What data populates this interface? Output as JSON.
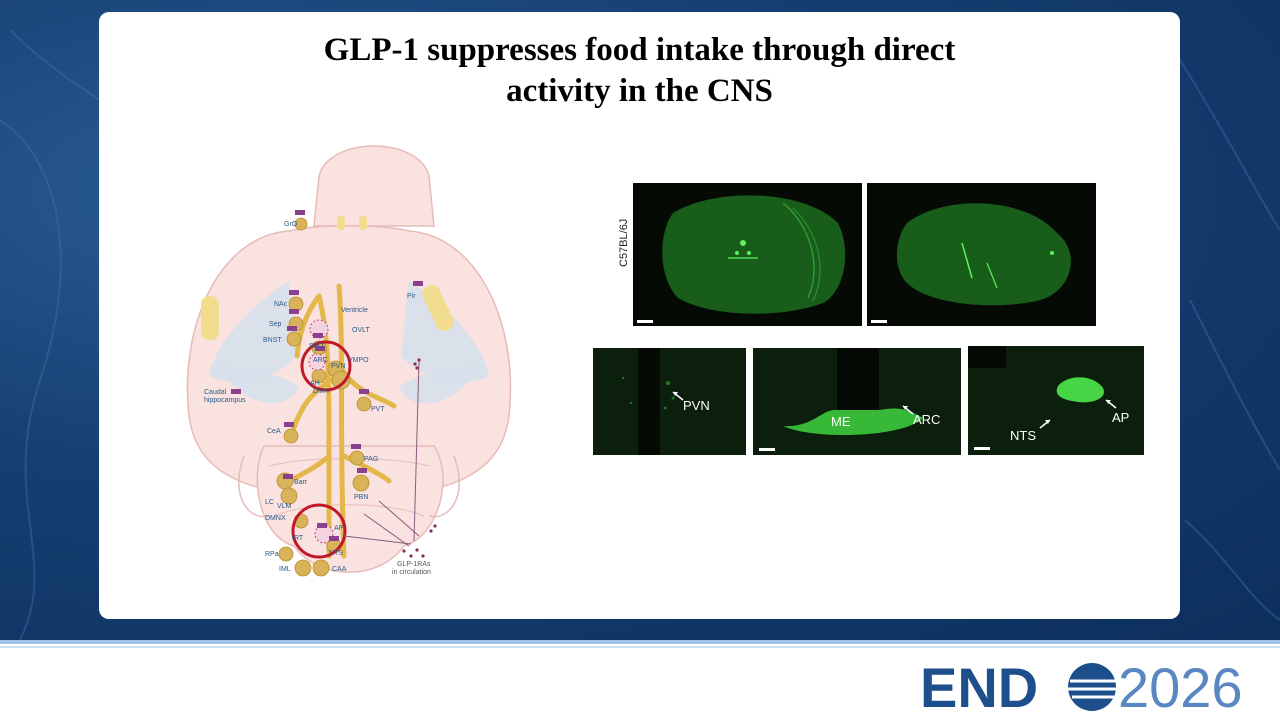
{
  "slide": {
    "title_line1": "GLP-1 suppresses food intake through direct",
    "title_line2": "activity in the CNS"
  },
  "brain_labels": {
    "gro": "GrO",
    "nac": "NAc",
    "sep": "Sep",
    "bnst": "BNST",
    "sfo": "SFO",
    "ovlt": "OVLT",
    "ventricle": "Ventricle",
    "arc": "ARC",
    "pvn": "PVN",
    "vmpo": "VMPO",
    "ah": "AH",
    "dmh": "DMH",
    "caudal": "Caudal",
    "hippocampus": "hippocampus",
    "pvt": "PVT",
    "pir": "Pir",
    "cea": "CeA",
    "pag": "PAG",
    "barr": "Barr",
    "pbn": "PBN",
    "lc": "LC",
    "vlm": "VLM",
    "dmnx": "DMNX",
    "ap": "AP",
    "irt": "IRT",
    "nts": "NTS",
    "rpa": "RPa",
    "iml": "IML",
    "caa": "CAA",
    "glp_line1": "GLP-1RAs",
    "glp_line2": "in circulation"
  },
  "micrographs": {
    "strain_label": "C57BL/6J",
    "pvn": "PVN",
    "me": "ME",
    "arc": "ARC",
    "nts": "NTS",
    "ap": "AP"
  },
  "footer": {
    "logo_word": "END",
    "logo_year": "2026"
  },
  "colors": {
    "brand_dark": "#1d4f8c",
    "brand_light": "#5a86c2",
    "fluorescence": "#3fd43f",
    "tract": "#e3b74a",
    "highlight_circle": "#c0182a"
  }
}
